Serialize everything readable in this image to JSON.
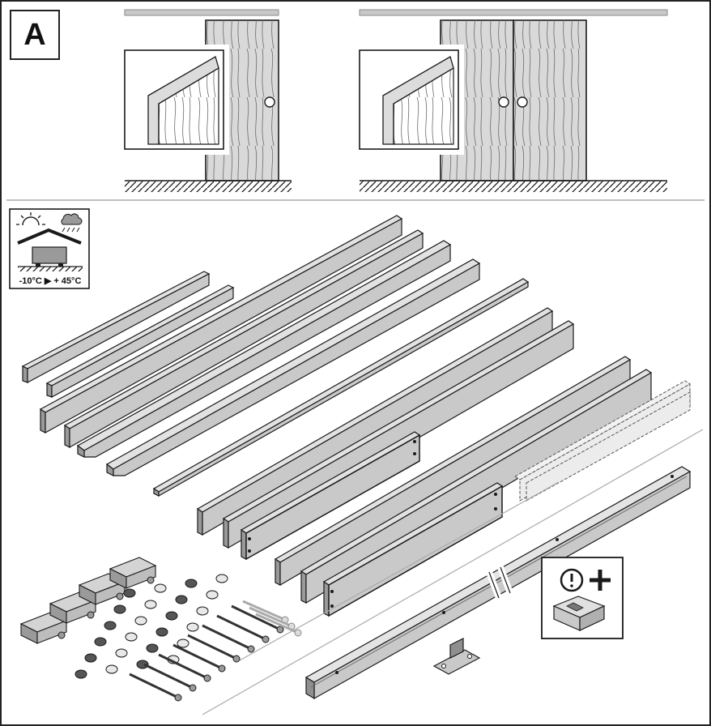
{
  "panel": {
    "label": "A"
  },
  "storage_icon": {
    "temp_min": "-10°C",
    "temp_max": "+ 45°C",
    "icons": [
      "sun-icon",
      "rain-cloud-icon",
      "roof-icon",
      "box-icon"
    ]
  },
  "colors": {
    "part_fill": "#c9c9c9",
    "part_dark": "#8f8f8f",
    "line": "#1a1a1a",
    "rail_top": "#bdbdbd",
    "door_wood": "#d9d9d9"
  },
  "door_views": [
    "single-door",
    "double-door"
  ],
  "notice_icon": "info-plus-box-icon"
}
